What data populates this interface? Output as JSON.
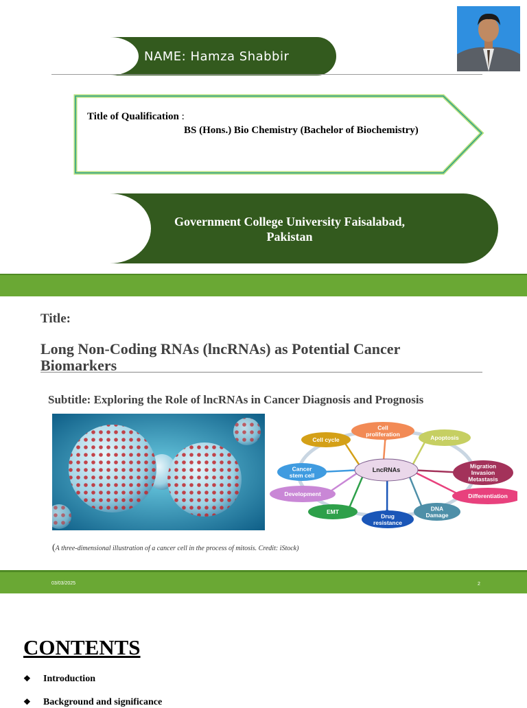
{
  "slide1": {
    "name": "NAME: Hamza Shabbir",
    "qualification_label": "Title of Qualification",
    "qualification_colon": ":",
    "qualification_value": "BS (Hons.) Bio Chemistry (Bachelor of Biochemistry)",
    "university_line1": "Government College University Faisalabad,",
    "university_line2": "Pakistan"
  },
  "slide2": {
    "title_label": "Title:",
    "title_main": "Long Non-Coding RNAs (lncRNAs) as Potential Cancer Biomarkers",
    "subtitle": "Subtitle: Exploring the Role of lncRNAs in Cancer Diagnosis and Prognosis",
    "caption_paren": "(",
    "caption": "A three-dimensional illustration of a cancer cell in the process of mitosis. Credit: iStock)",
    "footer_date": "03/03/2025",
    "footer_page": "2",
    "diagram": {
      "center": "LncRNAs",
      "nodes": [
        {
          "lines": [
            "Cell cycle"
          ],
          "color": "#d4a017"
        },
        {
          "lines": [
            "Cell",
            "proliferation"
          ],
          "color": "#f28a55"
        },
        {
          "lines": [
            "Apoptosis"
          ],
          "color": "#c6cf62"
        },
        {
          "lines": [
            "Migration",
            "Invasion",
            "Metastasis"
          ],
          "color": "#a3325a"
        },
        {
          "lines": [
            "Differentiation"
          ],
          "color": "#e8417d"
        },
        {
          "lines": [
            "DNA",
            "Damage"
          ],
          "color": "#4e8fa8"
        },
        {
          "lines": [
            "Drug",
            "resistance"
          ],
          "color": "#1a56b8"
        },
        {
          "lines": [
            "EMT"
          ],
          "color": "#2ea04a"
        },
        {
          "lines": [
            "Development"
          ],
          "color": "#c987d6"
        },
        {
          "lines": [
            "Cancer",
            "stem cell"
          ],
          "color": "#3f9be0"
        }
      ]
    }
  },
  "slide3": {
    "title": "CONTENTS",
    "bullet": "❖",
    "items": [
      "Introduction",
      "Background and significance"
    ]
  },
  "colors": {
    "dark_green": "#335a1e",
    "band_green": "#6aa834",
    "arrow_border": "#2a9d8f"
  }
}
